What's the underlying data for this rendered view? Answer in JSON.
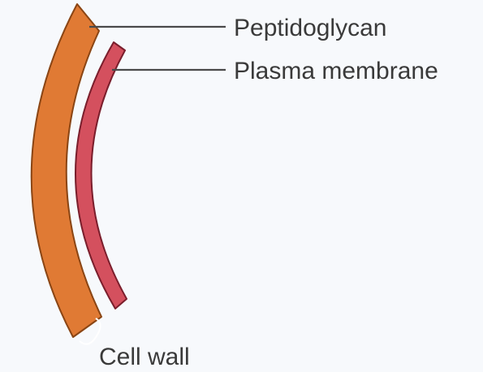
{
  "labels": {
    "peptidoglycan": "Peptidoglycan",
    "plasma_membrane": "Plasma membrane",
    "cell_wall": "Cell wall"
  },
  "colors": {
    "peptidoglycan_fill": "#e07a34",
    "peptidoglycan_edge": "#8a4514",
    "membrane_fill": "#d4505e",
    "membrane_edge": "#7a1e2c",
    "background": "#f7f9fc"
  }
}
